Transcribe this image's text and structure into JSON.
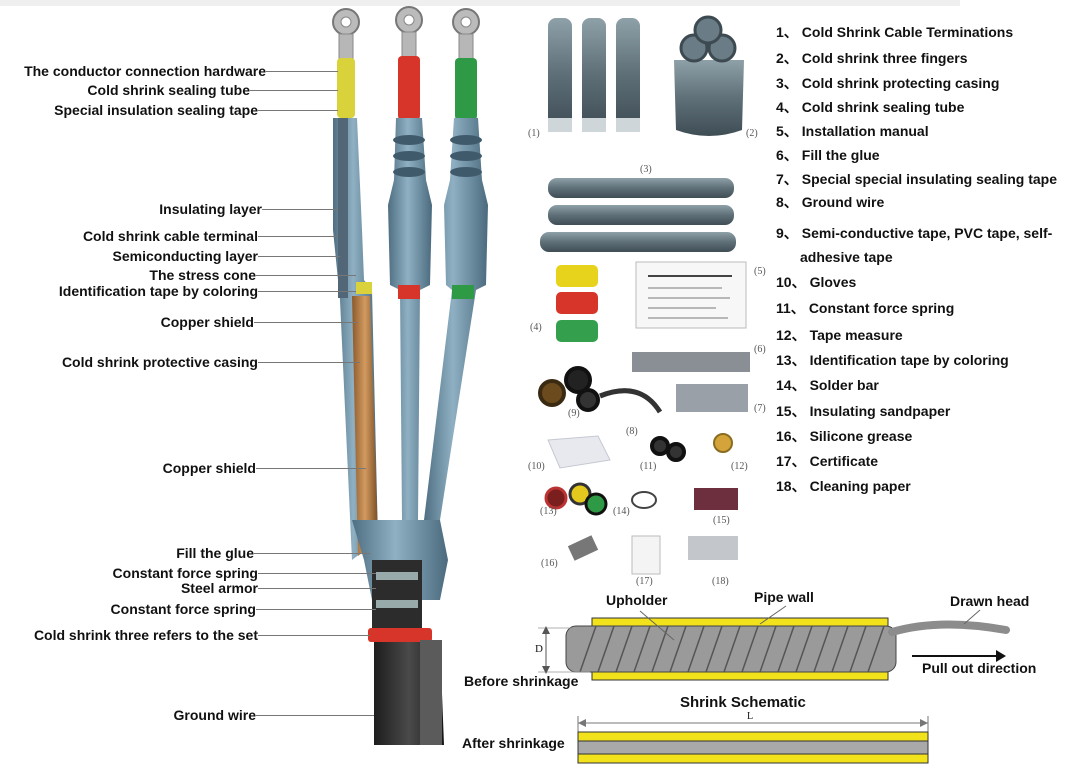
{
  "term_labels": [
    "The conductor connection hardware",
    "Cold shrink sealing tube",
    "Special insulation sealing tape",
    "Insulating layer",
    "Cold shrink cable terminal",
    "Semiconducting layer",
    "The stress cone",
    "Identification tape by coloring",
    "Copper shield",
    "Cold shrink protective casing",
    "Copper shield",
    "Fill the glue",
    "Constant force spring",
    "Steel armor",
    "Constant force spring",
    "Cold shrink three refers to the set",
    "Ground wire"
  ],
  "parts_list": [
    {
      "num": "1、",
      "text": "Cold Shrink Cable Terminations"
    },
    {
      "num": "2、",
      "text": "Cold shrink three fingers"
    },
    {
      "num": "3、",
      "text": "Cold shrink protecting casing"
    },
    {
      "num": "4、",
      "text": "Cold shrink sealing tube"
    },
    {
      "num": "5、",
      "text": "Installation manual"
    },
    {
      "num": "6、",
      "text": "Fill the glue"
    },
    {
      "num": "7、",
      "text": "Special special insulating sealing tape"
    },
    {
      "num": "8、",
      "text": "Ground wire"
    },
    {
      "num": "9、",
      "text": "Semi-conductive tape, PVC tape, self-"
    },
    {
      "num": "",
      "text": "adhesive tape"
    },
    {
      "num": "10、",
      "text": "Gloves"
    },
    {
      "num": "11、",
      "text": "Constant force spring"
    },
    {
      "num": "12、",
      "text": "Tape measure"
    },
    {
      "num": "13、",
      "text": "Identification tape by coloring"
    },
    {
      "num": "14、",
      "text": "Solder bar"
    },
    {
      "num": "15、",
      "text": "Insulating sandpaper"
    },
    {
      "num": "16、",
      "text": "Silicone grease"
    },
    {
      "num": "17、",
      "text": "Certificate"
    },
    {
      "num": "18、",
      "text": "Cleaning paper"
    }
  ],
  "part_numbers": [
    "(1)",
    "(2)",
    "(3)",
    "(4)",
    "(5)",
    "(6)",
    "(7)",
    "(8)",
    "(9)",
    "(10)",
    "(11)",
    "(12)",
    "(13)",
    "(14)",
    "(15)",
    "(16)",
    "(17)",
    "(18)"
  ],
  "schematic": {
    "upholder": "Upholder",
    "pipe_wall": "Pipe wall",
    "drawn_head": "Drawn head",
    "pull_out": "Pull out direction",
    "before": "Before shrinkage",
    "title": "Shrink Schematic",
    "after": "After shrinkage",
    "dim_d": "D",
    "dim_l": "L"
  },
  "colors": {
    "phase_yellow": "#d9d23a",
    "phase_red": "#d8352a",
    "phase_green": "#2f9a45",
    "insulation": "#6f8fa3",
    "tube_gray": "#6e7f88",
    "tape_yellow": "#f2e21c"
  }
}
